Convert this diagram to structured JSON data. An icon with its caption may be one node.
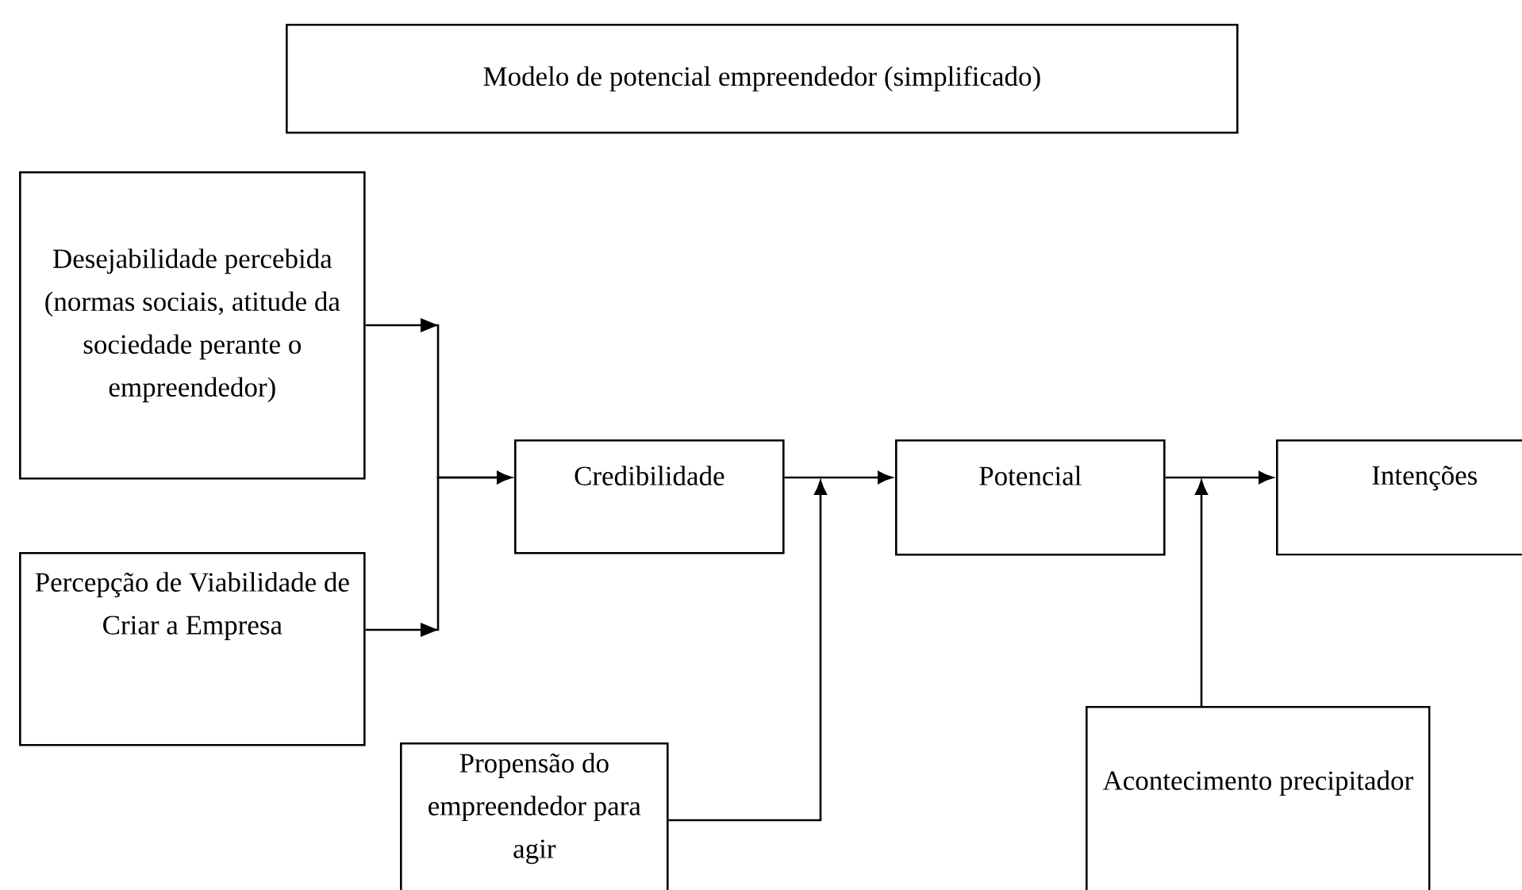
{
  "diagram": {
    "nodes": [
      {
        "text": [
          "Modelo de potencial empreendedor (simplificado)"
        ]
      },
      {
        "text": [
          "Desejabilidade percebida (normas sociais, atitude da sociedade perante o empreendedor)"
        ]
      },
      {
        "text": [
          "Percepção de Viabilidade de Criar a Empresa"
        ]
      },
      {
        "text": [
          "Credibilidade"
        ]
      },
      {
        "text": [
          "Potencial"
        ]
      },
      {
        "text": [
          "Intenções"
        ]
      },
      {
        "text": [
          "Propensão do empreendedor para agir"
        ]
      },
      {
        "text": [
          "Acontecimento precipitador"
        ]
      }
    ],
    "edges": [
      {
        "from": 1,
        "to": 3,
        "arrow": "to"
      },
      {
        "from": 2,
        "to": 3,
        "arrow": "to"
      },
      {
        "from": 3,
        "to": 4,
        "arrow": "to"
      },
      {
        "from": 6,
        "to": null,
        "arrow": "to"
      },
      {
        "from": 4,
        "to": 5,
        "arrow": "to"
      },
      {
        "from": 7,
        "to": null,
        "arrow": "to"
      }
    ]
  }
}
